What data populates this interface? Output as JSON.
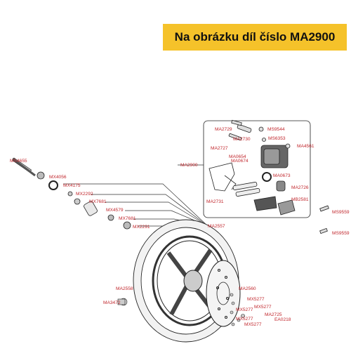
{
  "banner": {
    "text": "Na obrázku díl číslo MA2900"
  },
  "colors": {
    "banner": "#f5c22a",
    "label": "#c1272d",
    "line": "#222222"
  },
  "labels": [
    "MS4655",
    "MX4056",
    "MX4175",
    "MX2292",
    "MX7681",
    "MX4579",
    "MX7681",
    "MX2291",
    "MA2729",
    "MS9544",
    "MA2730",
    "MS6353",
    "MA2727",
    "MA4561",
    "MA0654",
    "MA0674",
    "MA2900",
    "MA0673",
    "MA2726",
    "MA2731",
    "MB2581",
    "MS9559",
    "MS9559",
    "MA2557",
    "MA2558",
    "MA3472",
    "MA2560",
    "MX5277",
    "MX5277",
    "MX5277",
    "MA2725",
    "EA0218",
    "MX5277",
    "MX5277"
  ]
}
